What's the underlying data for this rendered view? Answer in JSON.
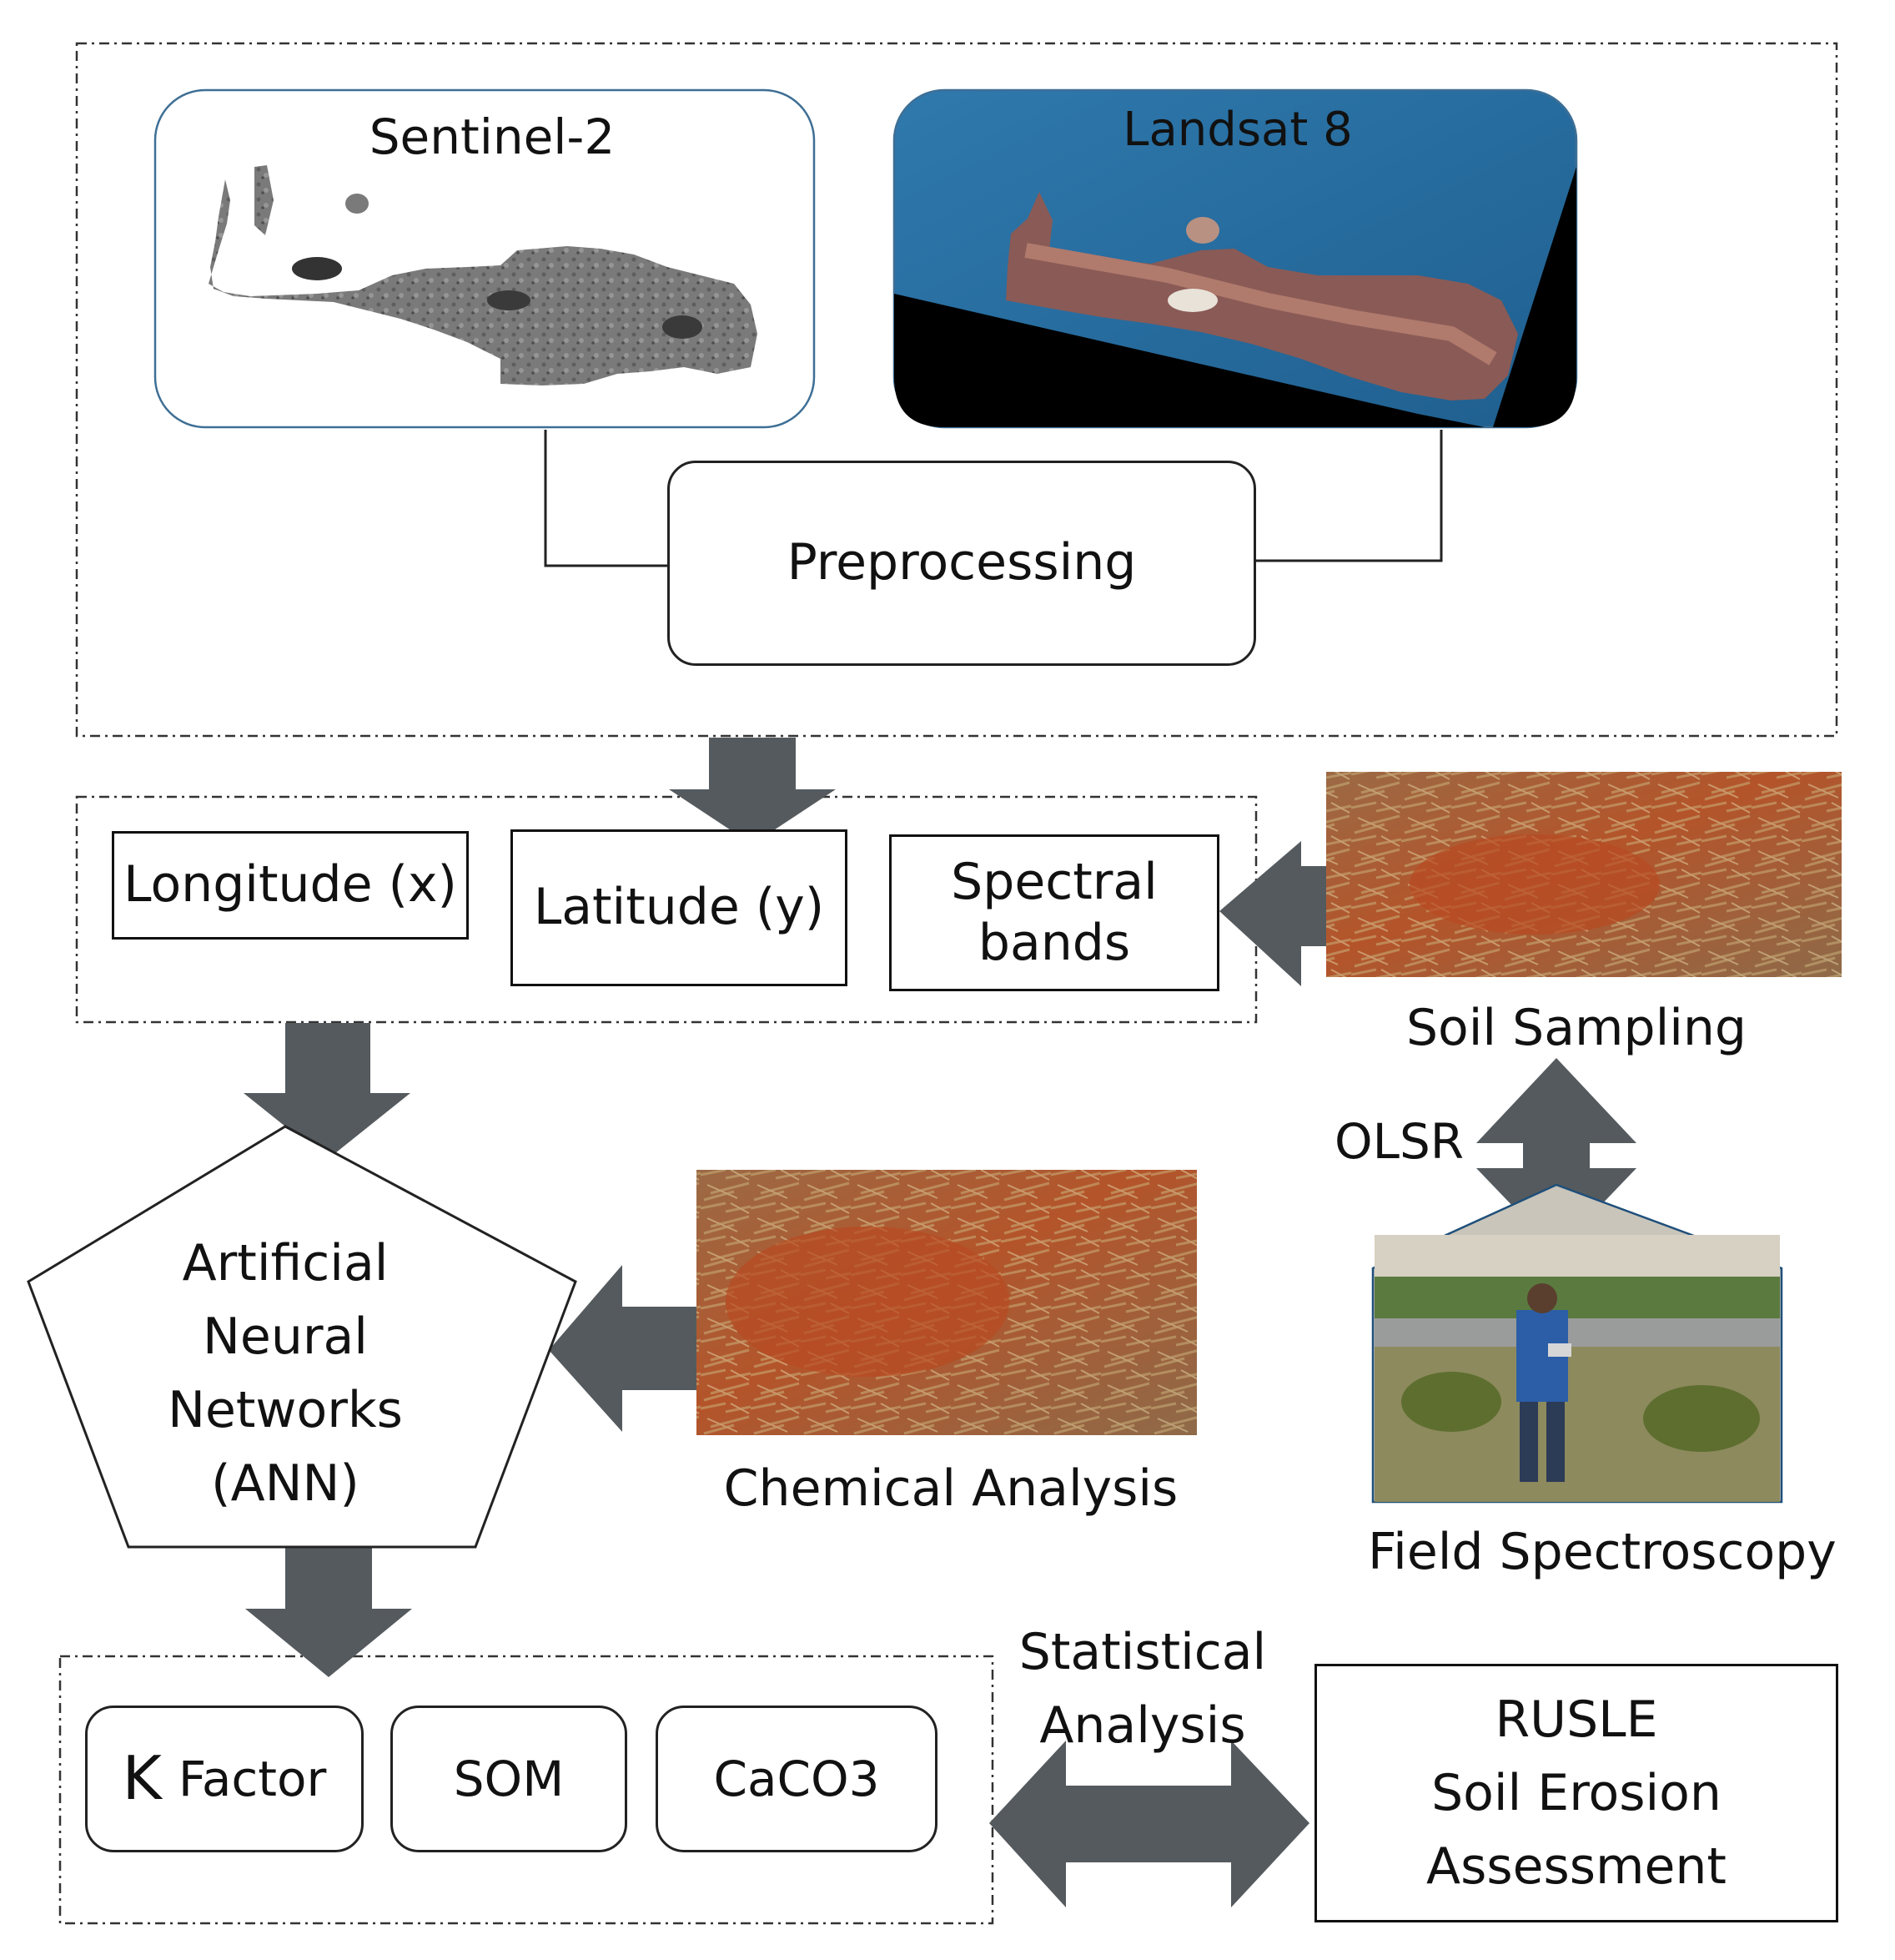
{
  "diagram": {
    "satellites": [
      {
        "name": "Sentinel-2"
      },
      {
        "name": "Landsat 8"
      }
    ],
    "preprocessing": "Preprocessing",
    "inputs": {
      "longitude": "Longitude (x)",
      "latitude": "Latitude (y)",
      "spectral_bands_line1": "Spectral",
      "spectral_bands_line2": "bands"
    },
    "soil_sampling": "Soil Sampling",
    "olsr": "OLSR",
    "field_spectroscopy": "Field Spectroscopy",
    "chemical_analysis": "Chemical Analysis",
    "ann": {
      "line1": "Artificial",
      "line2": "Neural",
      "line3": "Networks",
      "line4": "(ANN)"
    },
    "outputs": {
      "k_factor_letter": "K",
      "k_factor_word": "Factor",
      "som": "SOM",
      "caco3": "CaCO3"
    },
    "statistical_analysis": {
      "line1": "Statistical",
      "line2": "Analysis"
    },
    "rusle": {
      "line1": "RUSLE",
      "line2": "Soil Erosion",
      "line3": "Assessment"
    }
  }
}
